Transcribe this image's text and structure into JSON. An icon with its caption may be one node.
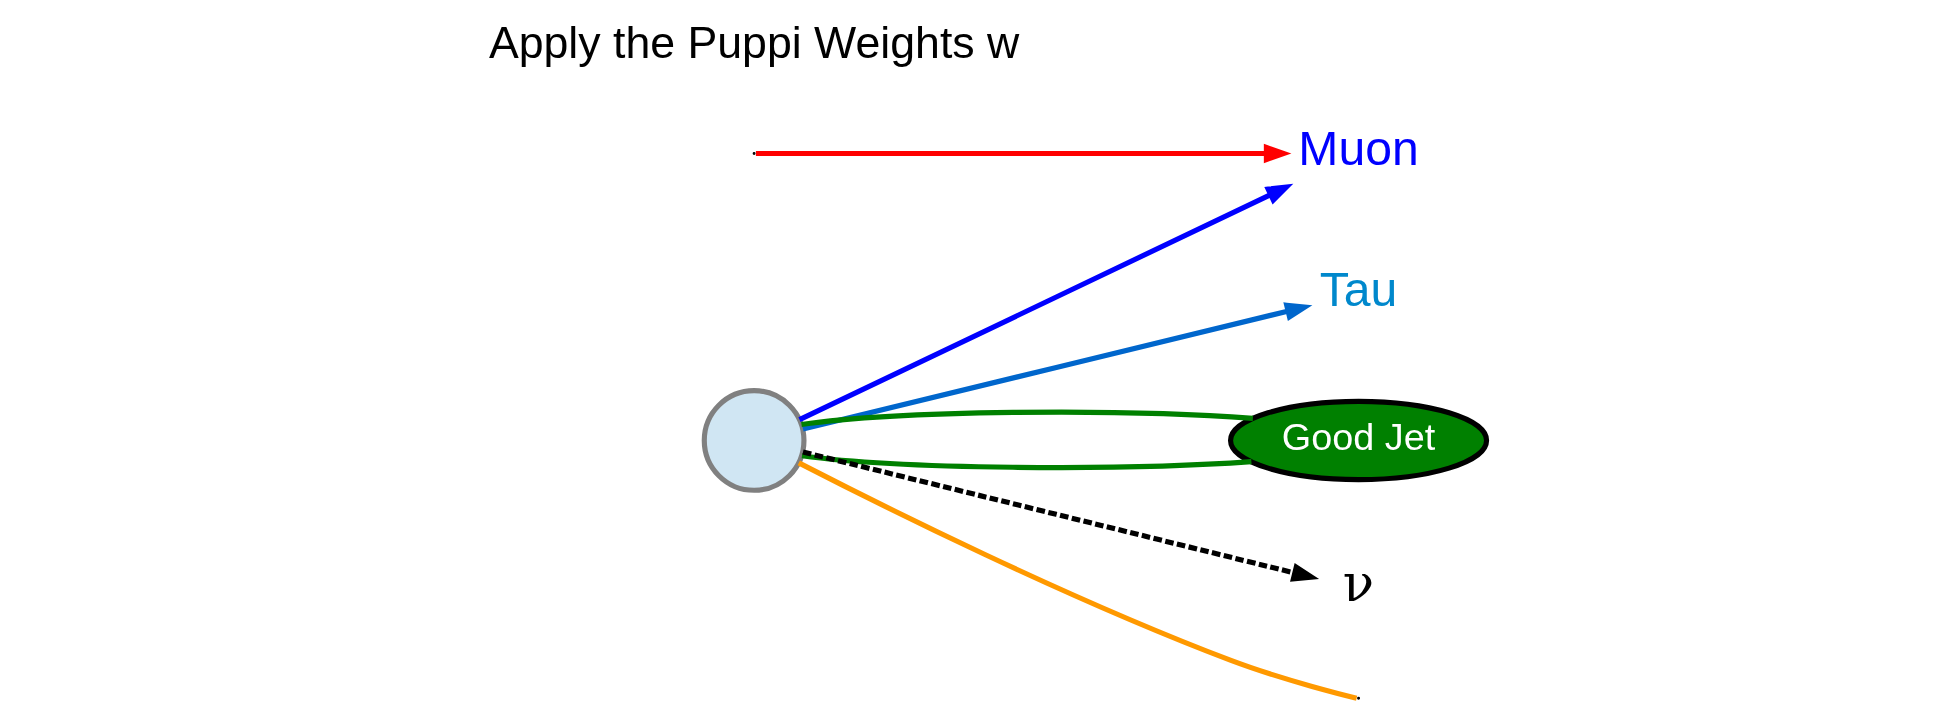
{
  "diagram": {
    "nodes": [
      {
        "text": [],
        "shape": "circle"
      },
      {
        "text": [
          "Tau"
        ]
      },
      {
        "text": [
          "Muon"
        ]
      },
      {
        "text": [
          "Good Jet"
        ]
      },
      {
        "text": [
          "ν"
        ]
      }
    ],
    "edges": [
      {
        "from": 0,
        "to": 1,
        "arrow": "to",
        "color": "#0066cc"
      },
      {
        "from": 0,
        "to": 2,
        "arrow": "to",
        "color": "#0000ff"
      },
      {
        "from": 0,
        "to": 3,
        "arrow": "none",
        "color": "#008000"
      },
      {
        "from": 0,
        "to": 3,
        "arrow": "none",
        "color": "#008000"
      },
      {
        "from": 0,
        "to": 4,
        "arrow": "to",
        "style": "dashed",
        "color": "#000000"
      },
      {
        "from": 0,
        "to": null,
        "arrow": "none",
        "color": "#ff9900"
      },
      {
        "from": null,
        "to": 2,
        "arrow": "to",
        "color": "#ff0000"
      }
    ],
    "labels": [
      "Apply the Puppi Weights w"
    ]
  }
}
